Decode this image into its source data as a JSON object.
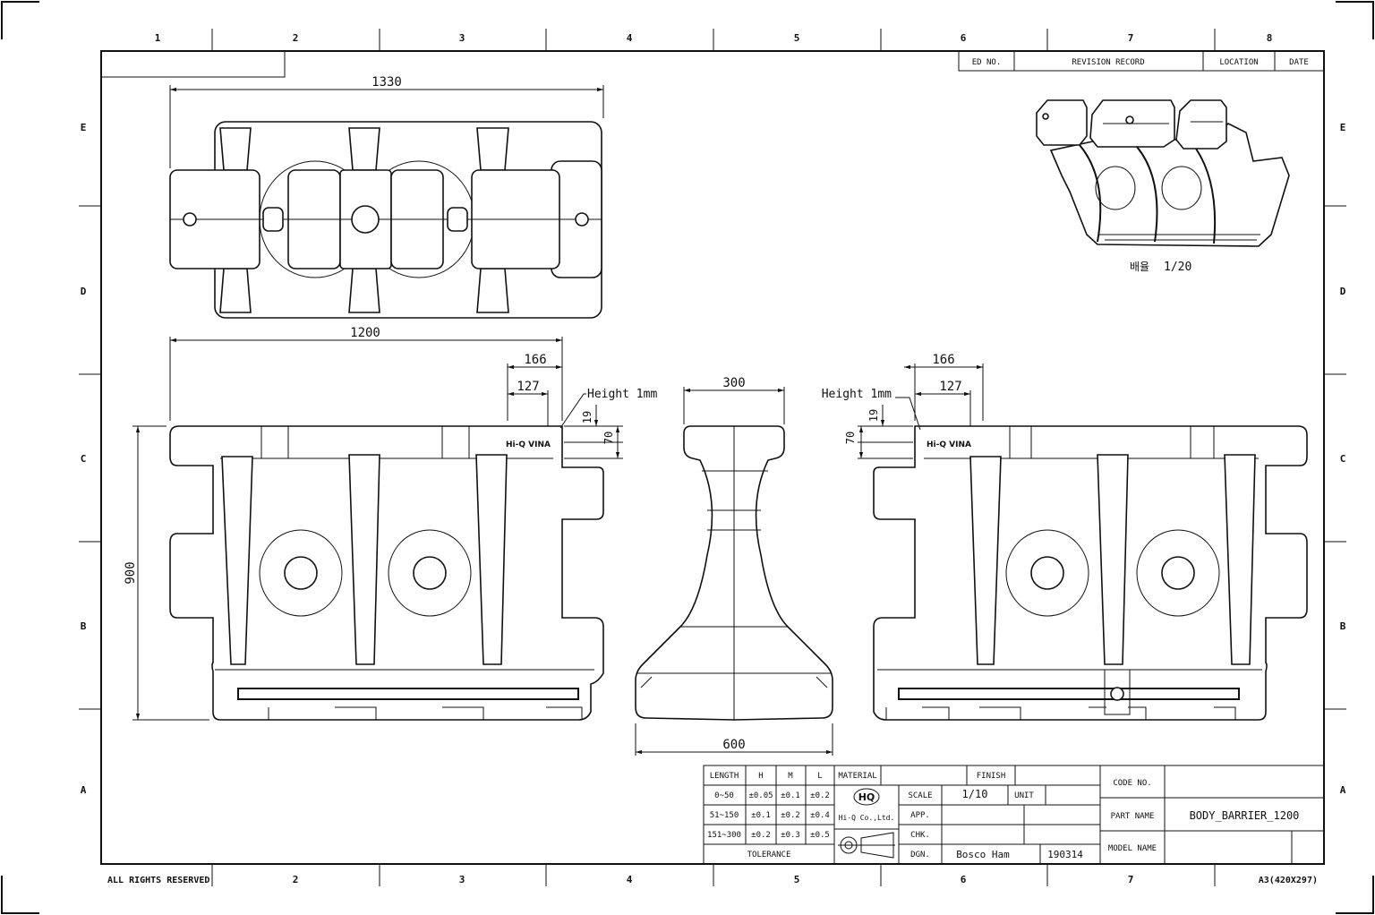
{
  "border": {
    "columns_top": [
      "1",
      "2",
      "3",
      "4",
      "5",
      "6",
      "7",
      "8"
    ],
    "columns_bottom": [
      "2",
      "3",
      "4",
      "5",
      "6",
      "7"
    ],
    "rows_left": [
      "E",
      "D",
      "C",
      "B",
      "A"
    ],
    "rows_right": [
      "E",
      "D",
      "C",
      "B",
      "A"
    ],
    "rights": "ALL RIGHTS RESERVED",
    "sheet_size": "A3(420X297)"
  },
  "revision_table": {
    "ed_no": "ED NO.",
    "revision_record": "REVISION RECORD",
    "location": "LOCATION",
    "date": "DATE"
  },
  "dimensions": {
    "top_length": "1330",
    "front_length": "1200",
    "front_height": "900",
    "left_166": "166",
    "left_127": "127",
    "left_19": "19",
    "left_70": "70",
    "left_height_note": "Height 1mm",
    "side_top": "300",
    "side_bottom": "600",
    "right_166": "166",
    "right_127": "127",
    "right_19": "19",
    "right_70": "70",
    "right_height_note": "Height 1mm"
  },
  "embossed_text": {
    "left": "Hi-Q VINA",
    "right": "Hi-Q VINA"
  },
  "iso_view": {
    "scale_label": "배율",
    "scale_value": "1/20"
  },
  "tolerance_table": {
    "headers": [
      "LENGTH",
      "H",
      "M",
      "L"
    ],
    "rows": [
      [
        "0~50",
        "±0.05",
        "±0.1",
        "±0.2"
      ],
      [
        "51~150",
        "±0.1",
        "±0.2",
        "±0.4"
      ],
      [
        "151~300",
        "±0.2",
        "±0.3",
        "±0.5"
      ]
    ],
    "footer": "TOLERANCE"
  },
  "title_block": {
    "material": "MATERIAL",
    "finish": "FINISH",
    "company": "Hi-Q Co.,Ltd.",
    "scale_label": "SCALE",
    "scale_value": "1/10",
    "unit_label": "UNIT",
    "app": "APP.",
    "chk": "CHK.",
    "dgn": "DGN.",
    "designer": "Bosco Ham",
    "design_date": "190314",
    "code_no": "CODE NO.",
    "part_name_label": "PART NAME",
    "part_name": "BODY_BARRIER_1200",
    "model_name": "MODEL NAME"
  }
}
